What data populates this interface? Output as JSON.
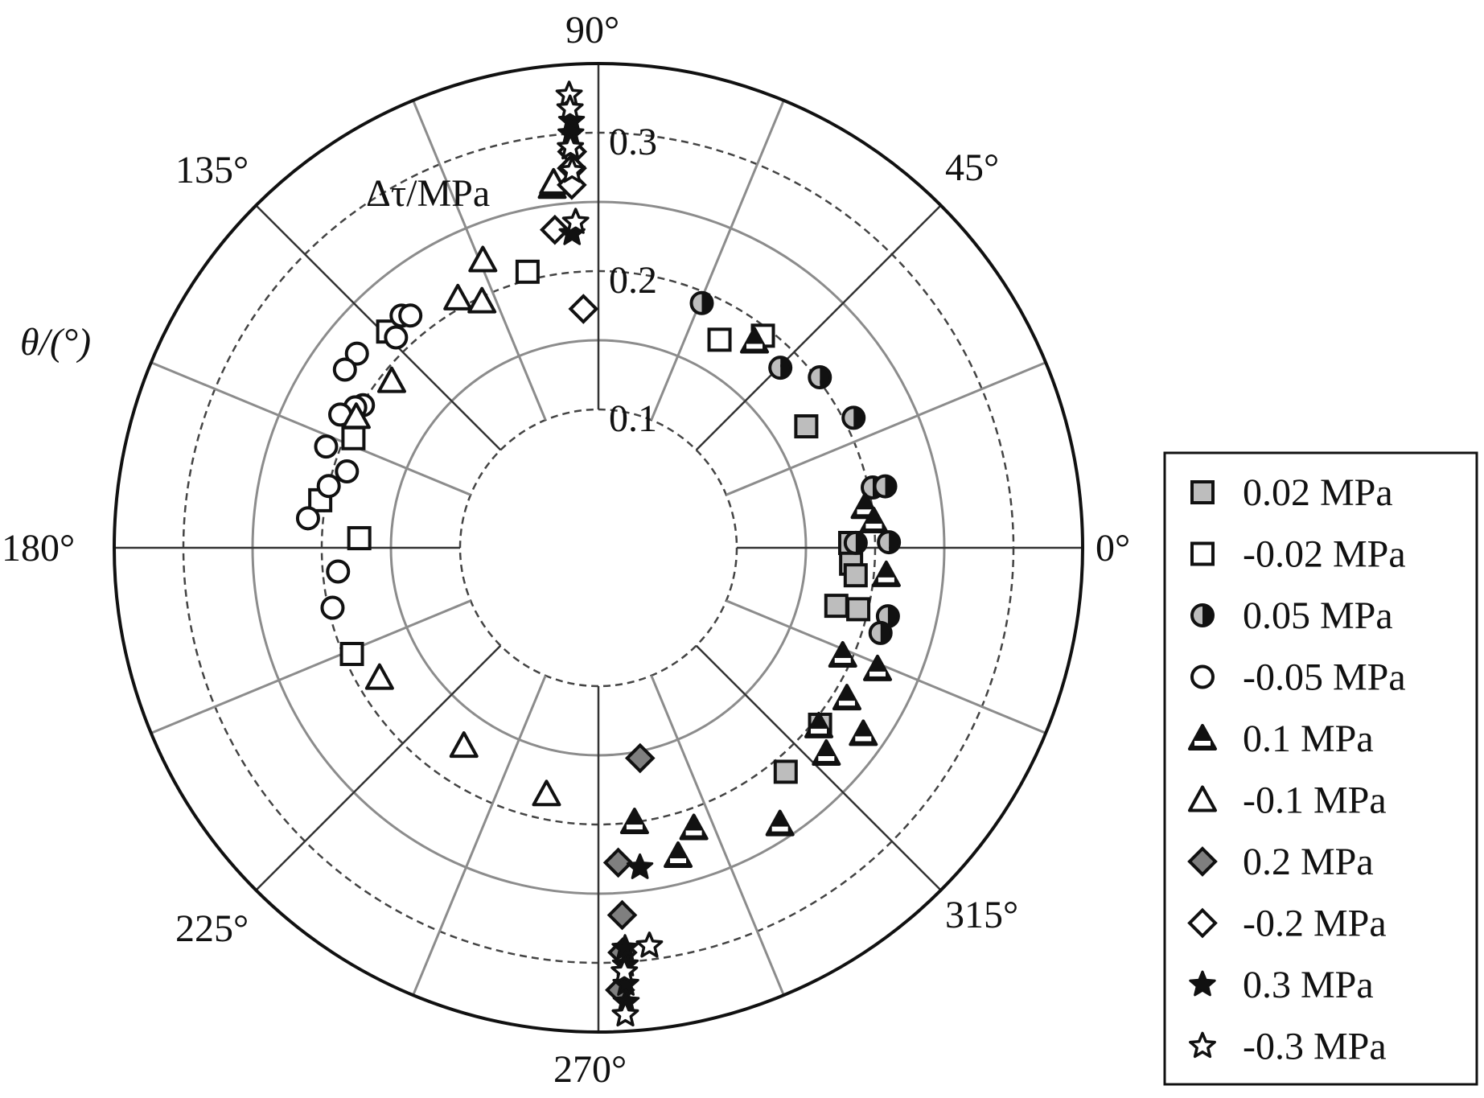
{
  "chart_data": {
    "type": "scatter",
    "subtype": "polar",
    "radial_label": "Δτ/MPa",
    "angular_label": "θ/(°)",
    "radial_range": [
      0,
      0.35
    ],
    "radial_ticks": [
      "0.1",
      "0.2",
      "0.3"
    ],
    "radial_tick_values": [
      0.1,
      0.2,
      0.3
    ],
    "angular_ticks": [
      {
        "angle": 0,
        "label": "0°"
      },
      {
        "angle": 45,
        "label": "45°"
      },
      {
        "angle": 90,
        "label": "90°"
      },
      {
        "angle": 135,
        "label": "135°"
      },
      {
        "angle": 180,
        "label": "180°"
      },
      {
        "angle": 225,
        "label": "225°"
      },
      {
        "angle": 270,
        "label": "270°"
      },
      {
        "angle": 315,
        "label": "315°"
      }
    ],
    "grid": true,
    "legend_position": "right",
    "series": [
      {
        "name": "0.02 MPa",
        "marker": "square-gray",
        "points": [
          [
            30.3,
            0.174
          ],
          [
            1.1,
            0.182
          ],
          [
            -3.6,
            0.183
          ],
          [
            -6.1,
            0.187
          ],
          [
            -13.7,
            0.177
          ],
          [
            -13.3,
            0.193
          ],
          [
            -38.6,
            0.205
          ],
          [
            -50.1,
            0.211
          ]
        ]
      },
      {
        "name": "-0.02 MPa",
        "marker": "square-open",
        "points": [
          [
            59.8,
            0.174
          ],
          [
            52.2,
            0.194
          ],
          [
            104.4,
            0.206
          ],
          [
            134.2,
            0.218
          ],
          [
            155.9,
            0.194
          ],
          [
            170.3,
            0.204
          ],
          [
            177.7,
            0.173
          ],
          [
            203.3,
            0.194
          ]
        ]
      },
      {
        "name": "0.05 MPa",
        "marker": "circle-half",
        "points": [
          [
            67.1,
            0.192
          ],
          [
            44.7,
            0.185
          ],
          [
            37.6,
            0.202
          ],
          [
            27.0,
            0.207
          ],
          [
            12.4,
            0.203
          ],
          [
            12.1,
            0.212
          ],
          [
            1.1,
            0.186
          ],
          [
            1.1,
            0.21
          ],
          [
            -13.3,
            0.215
          ],
          [
            -16.8,
            0.213
          ]
        ]
      },
      {
        "name": "-0.05 MPa",
        "marker": "circle-open",
        "points": [
          [
            130.3,
            0.22
          ],
          [
            129.0,
            0.216
          ],
          [
            133.9,
            0.211
          ],
          [
            141.2,
            0.224
          ],
          [
            144.9,
            0.224
          ],
          [
            148.8,
            0.199
          ],
          [
            150.0,
            0.203
          ],
          [
            152.7,
            0.21
          ],
          [
            159.6,
            0.21
          ],
          [
            163.1,
            0.19
          ],
          [
            167.1,
            0.2
          ],
          [
            174.2,
            0.211
          ],
          [
            185.2,
            0.189
          ],
          [
            192.7,
            0.197
          ]
        ]
      },
      {
        "name": "0.1 MPa",
        "marker": "triangle-filled",
        "points": [
          [
            52.9,
            0.187
          ],
          [
            8.7,
            0.195
          ],
          [
            5.5,
            0.2
          ],
          [
            -5.4,
            0.209
          ],
          [
            -23.8,
            0.193
          ],
          [
            -23.5,
            0.22
          ],
          [
            -31.2,
            0.21
          ],
          [
            -35.1,
            0.234
          ],
          [
            -39.0,
            0.205
          ],
          [
            -42.1,
            0.222
          ],
          [
            -56.7,
            0.239
          ],
          [
            -71.2,
            0.214
          ],
          [
            -75.5,
            0.23
          ],
          [
            -82.5,
            0.2
          ],
          [
            97.3,
            0.263
          ]
        ]
      },
      {
        "name": "-0.1 MPa",
        "marker": "triangle-open",
        "points": [
          [
            111.9,
            0.224
          ],
          [
            119.4,
            0.207
          ],
          [
            115.3,
            0.197
          ],
          [
            141.1,
            0.192
          ],
          [
            151.6,
            0.199
          ],
          [
            97.0,
            0.266
          ],
          [
            210.7,
            0.184
          ],
          [
            235.8,
            0.173
          ],
          [
            258.1,
            0.182
          ]
        ]
      },
      {
        "name": "0.2 MPa",
        "marker": "diamond-gray",
        "points": [
          [
            -78.8,
            0.155
          ],
          [
            -86.4,
            0.228
          ],
          [
            -86.3,
            0.266
          ],
          [
            -86.6,
            0.293
          ],
          [
            -87.2,
            0.32
          ]
        ]
      },
      {
        "name": "-0.2 MPa",
        "marker": "diamond-open",
        "points": [
          [
            93.6,
            0.173
          ],
          [
            97.8,
            0.232
          ],
          [
            93.8,
            0.287
          ],
          [
            94.0,
            0.275
          ],
          [
            94.2,
            0.263
          ]
        ]
      },
      {
        "name": "0.3 MPa",
        "marker": "star-filled",
        "points": [
          [
            93.6,
            0.309
          ],
          [
            93.8,
            0.3
          ],
          [
            94.8,
            0.228
          ],
          [
            -82.6,
            0.233
          ],
          [
            -86.2,
            0.29
          ],
          [
            -86.3,
            0.302
          ],
          [
            -86.4,
            0.316
          ],
          [
            -86.5,
            0.329
          ]
        ]
      },
      {
        "name": "-0.3 MPa",
        "marker": "star-open",
        "points": [
          [
            93.7,
            0.328
          ],
          [
            93.7,
            0.318
          ],
          [
            94.0,
            0.273
          ],
          [
            94.0,
            0.29
          ],
          [
            94.0,
            0.236
          ],
          [
            -82.7,
            0.29
          ],
          [
            -86.7,
            0.338
          ],
          [
            -86.5,
            0.307
          ]
        ]
      }
    ]
  },
  "colors": {
    "gray_fill": "#bdbdbd",
    "dark_gray_fill": "#7f7f7f",
    "grid_gray": "#8c8c8c",
    "ink": "#111111"
  }
}
